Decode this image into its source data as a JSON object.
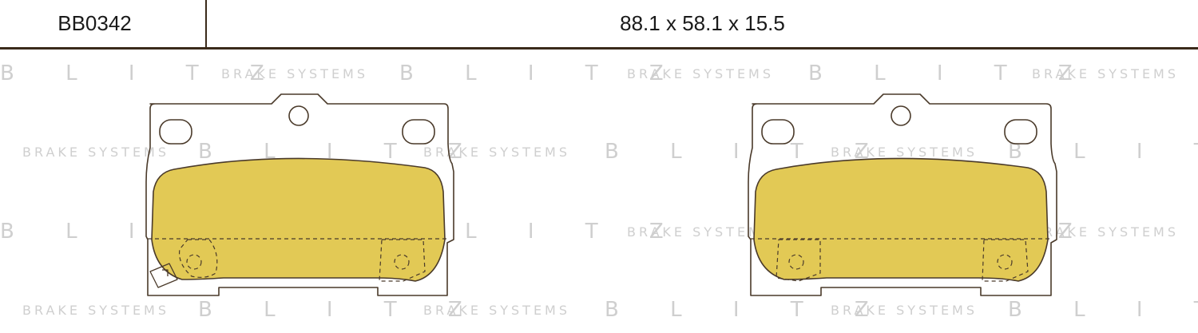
{
  "header": {
    "part_number": "BB0342",
    "dimensions": "88.1 x 58.1 x 15.5"
  },
  "watermark": {
    "brand": "B L I T Z",
    "tagline": "BRAKE SYSTEMS"
  },
  "colors": {
    "friction": "#e2c955",
    "outline": "#4a3a2a",
    "watermark": "#cfcfcf"
  }
}
